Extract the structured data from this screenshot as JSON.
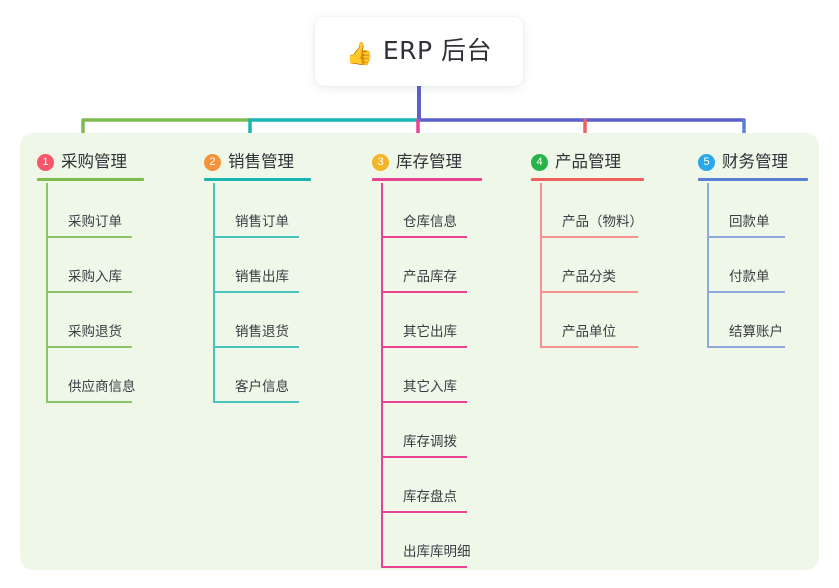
{
  "root": {
    "icon": "thumbs-up-icon",
    "icon_glyph": "👍",
    "title": "ERP 后台"
  },
  "palette": {
    "page_background": "#ffffff",
    "panel_background": "#eff7e9",
    "card_background": "#ffffff",
    "text": "#2f3237",
    "leaf_text": "#3a3d42",
    "trunk": "#5b5fd0",
    "green": "#7fbc4f",
    "teal": "#1ab5b0",
    "pink": "#e84393",
    "red": "#f0605f",
    "blue": "#5b7fd4"
  },
  "columns": [
    {
      "index": "1",
      "title": "采购管理",
      "badge_color": "#f8566a",
      "rule_color": "#7fbc4f",
      "leaf_color": "#8cc565",
      "drop_color": "#7fbc4f",
      "rule_width": 107,
      "leaf_rule_width": 86,
      "items": [
        {
          "label": "采购订单"
        },
        {
          "label": "采购入库"
        },
        {
          "label": "采购退货"
        },
        {
          "label": "供应商信息"
        }
      ]
    },
    {
      "index": "2",
      "title": "销售管理",
      "badge_color": "#f5933a",
      "rule_color": "#1ab5b0",
      "leaf_color": "#49c3bd",
      "drop_color": "#1ab5b0",
      "rule_width": 107,
      "leaf_rule_width": 86,
      "items": [
        {
          "label": "销售订单"
        },
        {
          "label": "销售出库"
        },
        {
          "label": "销售退货"
        },
        {
          "label": "客户信息"
        }
      ]
    },
    {
      "index": "3",
      "title": "库存管理",
      "badge_color": "#f5b52a",
      "rule_color": "#e84393",
      "leaf_color": "#e84393",
      "drop_color": "#e84393",
      "rule_width": 110,
      "leaf_rule_width": 86,
      "items": [
        {
          "label": "仓库信息"
        },
        {
          "label": "产品库存"
        },
        {
          "label": "其它出库"
        },
        {
          "label": "其它入库"
        },
        {
          "label": "库存调拨"
        },
        {
          "label": "库存盘点"
        },
        {
          "label": "出库库明细"
        }
      ]
    },
    {
      "index": "4",
      "title": "产品管理",
      "badge_color": "#27b34a",
      "rule_color": "#f0605f",
      "leaf_color": "#f59190",
      "drop_color": "#f0605f",
      "rule_width": 113,
      "leaf_rule_width": 98,
      "items": [
        {
          "label": "产品（物料）"
        },
        {
          "label": "产品分类"
        },
        {
          "label": "产品单位"
        }
      ]
    },
    {
      "index": "5",
      "title": "财务管理",
      "badge_color": "#2aa8e8",
      "rule_color": "#5b7fd4",
      "leaf_color": "#8fa9df",
      "drop_color": "#5b7fd4",
      "rule_width": 110,
      "leaf_rule_width": 78,
      "items": [
        {
          "label": "回款单"
        },
        {
          "label": "付款单"
        },
        {
          "label": "结算账户"
        }
      ]
    }
  ]
}
